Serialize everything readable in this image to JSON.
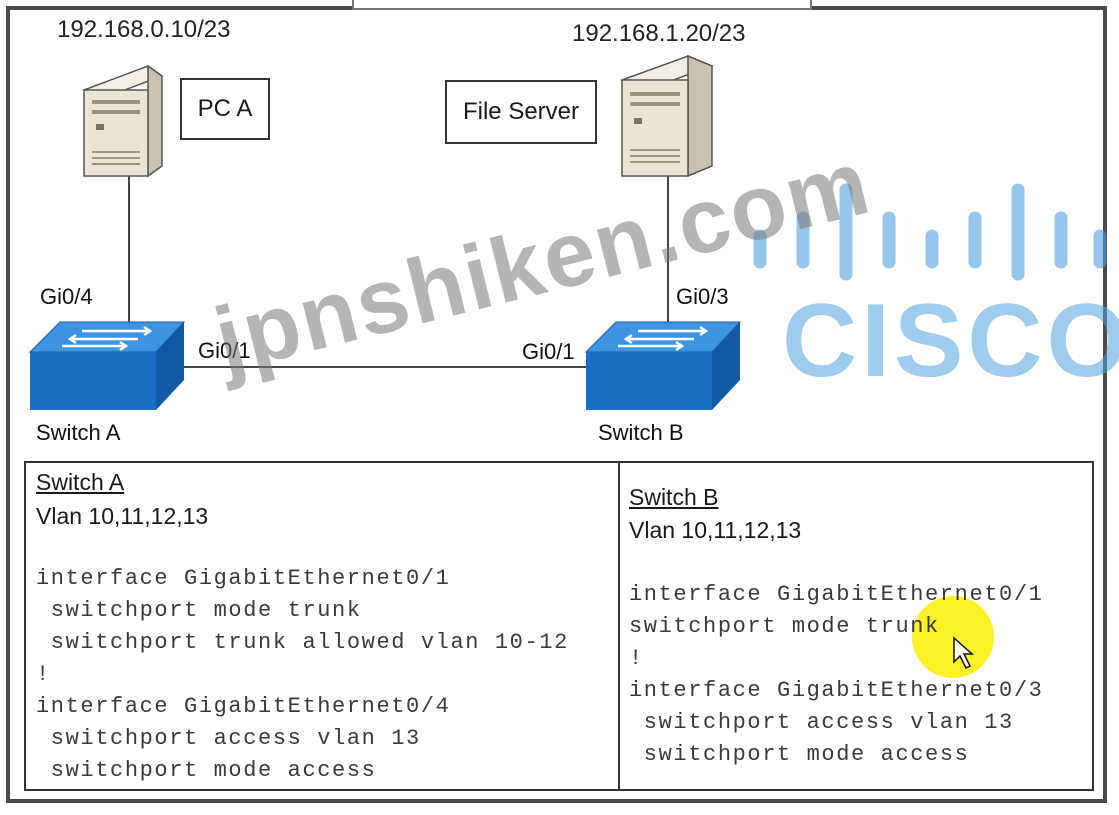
{
  "diagram": {
    "pc_a": {
      "ip": "192.168.0.10/23",
      "label": "PC A"
    },
    "file_server": {
      "ip": "192.168.1.20/23",
      "label": "File Server"
    },
    "switch_a": {
      "name": "Switch A",
      "port_uplink": "Gi0/1",
      "port_host": "Gi0/4"
    },
    "switch_b": {
      "name": "Switch B",
      "port_uplink": "Gi0/1",
      "port_host": "Gi0/3"
    }
  },
  "config_a": {
    "title": "Switch A",
    "vlans": "Vlan 10,11,12,13",
    "lines": [
      "interface GigabitEthernet0/1",
      " switchport mode trunk",
      " switchport trunk allowed vlan 10-12",
      "!",
      "interface GigabitEthernet0/4",
      " switchport access vlan 13",
      " switchport mode access"
    ]
  },
  "config_b": {
    "title": "Switch B",
    "vlans": "Vlan 10,11,12,13",
    "lines": [
      "interface GigabitEthernet0/1",
      "switchport mode trunk",
      "!",
      "interface GigabitEthernet0/3",
      " switchport access vlan 13",
      " switchport mode access"
    ]
  },
  "watermark": "jpnshiken.com",
  "logo_text": "CISCO",
  "colors": {
    "switch_blue": "#1a6fc4",
    "cisco_blue": "#4aa0dc",
    "highlight": "#f5ea00"
  }
}
